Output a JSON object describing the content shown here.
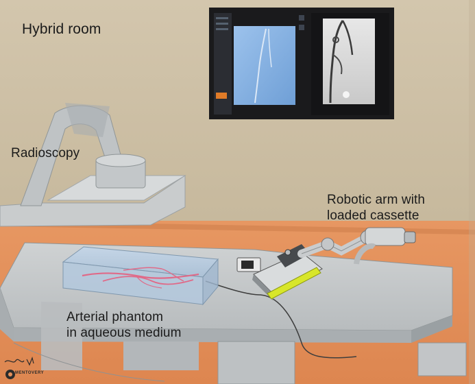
{
  "labels": {
    "hybrid_room": "Hybrid room",
    "radioscopy": "Radioscopy",
    "robotic_arm": [
      "Robotic arm with",
      "loaded cassette"
    ],
    "arterial_phantom": [
      "Arterial phantom",
      "in aqueous medium"
    ]
  },
  "signature": "MENTOVERY",
  "colors": {
    "wall": "#cdbfa6",
    "floor": "#e4905a",
    "equipment": "#d3d5d5",
    "monitor_screen_left": "#8ab4e2",
    "cassette_accent": "#d8e62a",
    "vessels": "#e06a88"
  },
  "icons": [
    "monitor-icon",
    "c-arm-icon",
    "robotic-arm-icon",
    "cassette-icon",
    "phantom-box-icon"
  ]
}
